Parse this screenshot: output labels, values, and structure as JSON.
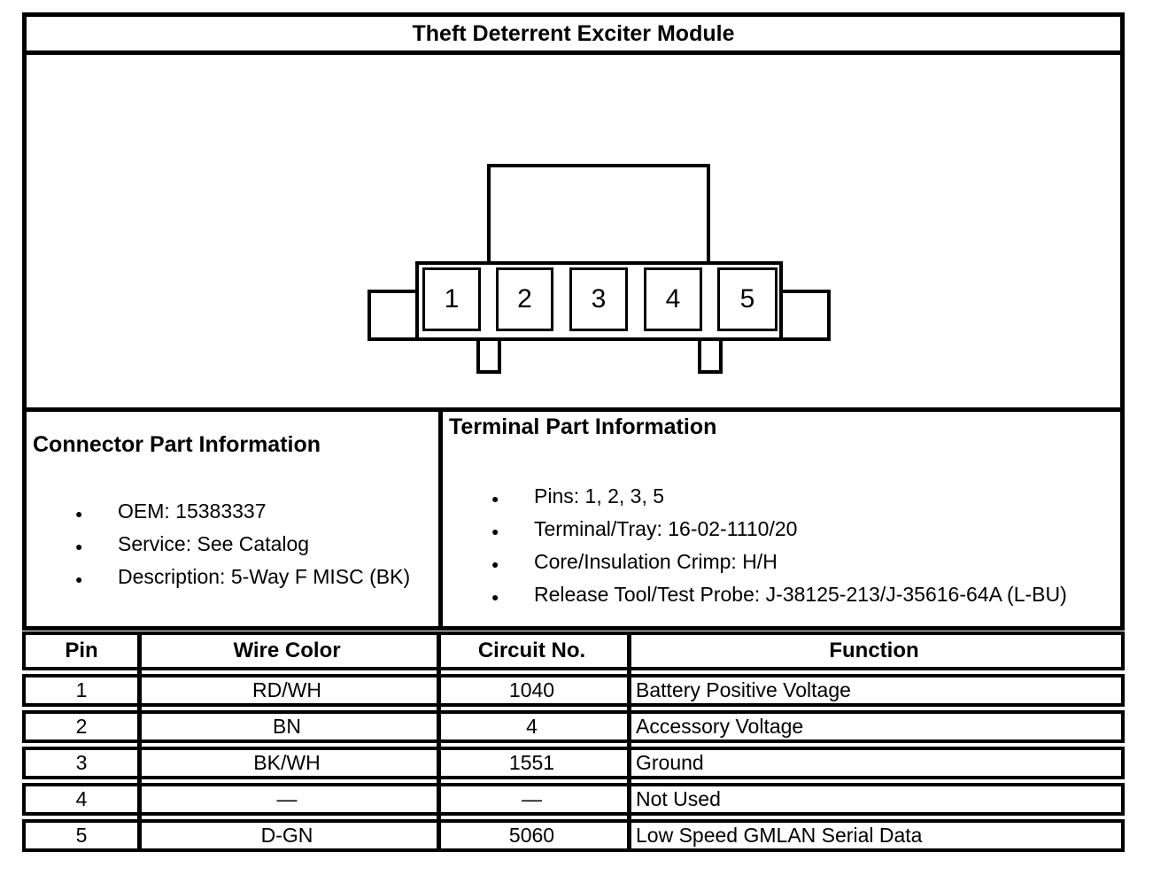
{
  "title": "Theft Deterrent Exciter Module",
  "colors": {
    "line": "#000000",
    "background": "#ffffff"
  },
  "icons": {
    "bullet": "●"
  },
  "connector": {
    "pins": [
      "1",
      "2",
      "3",
      "4",
      "5"
    ]
  },
  "connector_info": {
    "heading": "Connector Part Information",
    "items": [
      "OEM: 15383337",
      "Service: See Catalog",
      "Description: 5-Way F MISC (BK)"
    ]
  },
  "terminal_info": {
    "heading": "Terminal Part Information",
    "items": [
      "Pins: 1, 2, 3, 5",
      "Terminal/Tray: 16-02-1110/20",
      "Core/Insulation Crimp: H/H",
      "Release Tool/Test Probe: J-38125-213/J-35616-64A (L-BU)"
    ]
  },
  "pin_table": {
    "headers": [
      "Pin",
      "Wire Color",
      "Circuit No.",
      "Function"
    ],
    "rows": [
      [
        "1",
        "RD/WH",
        "1040",
        "Battery Positive Voltage"
      ],
      [
        "2",
        "BN",
        "4",
        "Accessory Voltage"
      ],
      [
        "3",
        "BK/WH",
        "1551",
        "Ground"
      ],
      [
        "4",
        "—",
        "—",
        "Not Used"
      ],
      [
        "5",
        "D-GN",
        "5060",
        "Low Speed GMLAN Serial Data"
      ]
    ]
  }
}
